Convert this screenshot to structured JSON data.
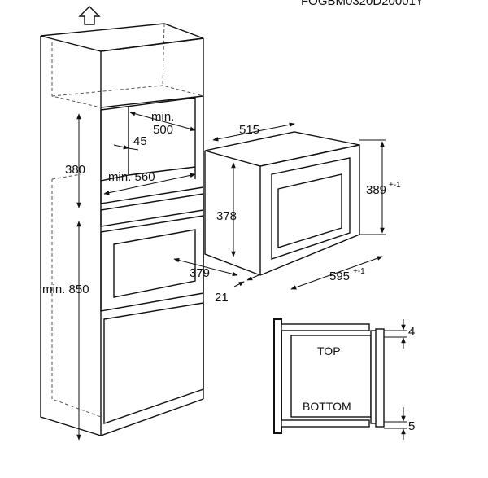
{
  "header": {
    "code": "FOGBM0320D20001Y"
  },
  "cabinet": {
    "min_500_line1": "min.",
    "min_500_line2": "500",
    "d45": "45",
    "d380": "380",
    "min_560": "min. 560",
    "min_850": "min. 850",
    "d379": "379",
    "d21": "21"
  },
  "appliance": {
    "d515": "515",
    "d378": "378",
    "d389": "389",
    "d389_tol": "+-1",
    "d595": "595",
    "d595_tol": "+-1"
  },
  "section": {
    "top": "TOP",
    "bottom": "BOTTOM",
    "d4": "4",
    "d5": "5"
  }
}
